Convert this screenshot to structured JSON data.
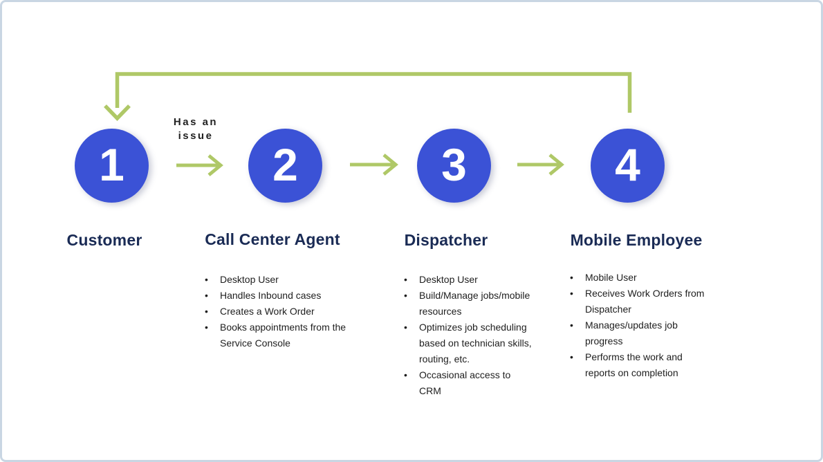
{
  "diagram": {
    "transition": {
      "lines": [
        "Has an",
        "issue"
      ]
    },
    "steps": [
      {
        "number": "1",
        "title": "Customer",
        "bullets": []
      },
      {
        "number": "2",
        "title": "Call Center Agent",
        "bullets": [
          "Desktop User",
          "Handles Inbound cases",
          "Creates a Work Order",
          "Books appointments from the Service Console"
        ]
      },
      {
        "number": "3",
        "title": "Dispatcher",
        "bullets": [
          "Desktop User",
          "Build/Manage jobs/mobile resources",
          "Optimizes job scheduling based on technician skills, routing, etc.",
          "Occasional access to CRM"
        ]
      },
      {
        "number": "4",
        "title": "Mobile Employee",
        "bullets": [
          "Mobile User",
          "Receives Work Orders from Dispatcher",
          "Manages/updates job progress",
          "Performs the work and reports on completion"
        ]
      }
    ],
    "icons": {
      "forward_arrow": "right-arrow-icon",
      "feedback_arrow": "loop-down-arrow-icon"
    },
    "colors": {
      "circle_blue": "#3B52D6",
      "arrow_green": "#AFC867",
      "title_navy": "#1A2B55",
      "body_text": "#1E1E1E",
      "canvas_border": "#C9D6E3",
      "number_text": "#FFFFFF"
    }
  }
}
